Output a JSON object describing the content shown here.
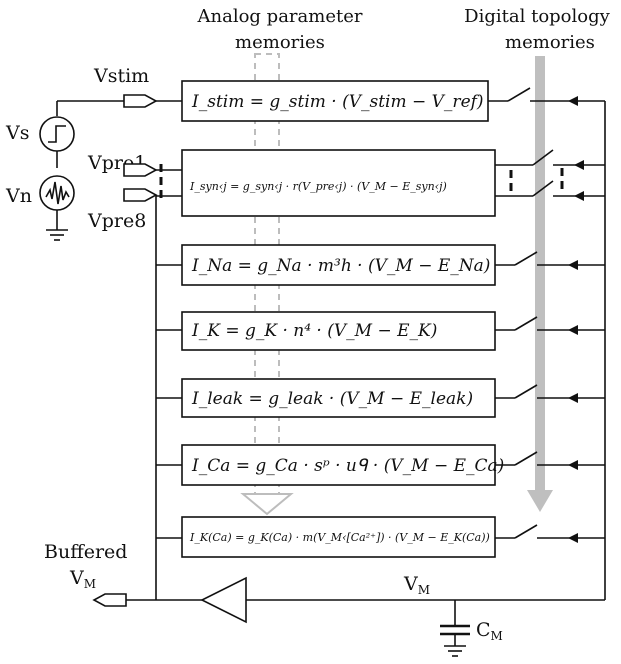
{
  "headers": {
    "analog": [
      "Analog parameter",
      "memories"
    ],
    "digital": [
      "Digital topology",
      "memories"
    ]
  },
  "inputs": {
    "vstim": "Vstim",
    "vpre1": "Vpre1",
    "vpre8": "Vpre8",
    "vs": "Vs",
    "vn": "Vn"
  },
  "equations": {
    "stim": "I_stim = g_stim · (V_stim − V_ref)",
    "syn": "I_syn‹j = g_syn‹j · r(V_pre‹j) · (V_M − E_syn‹j)",
    "na": "I_Na = g_Na · m³h · (V_M − E_Na)",
    "k": "I_K = g_K · n⁴ · (V_M − E_K)",
    "leak": "I_leak = g_leak · (V_M − E_leak)",
    "ca": "I_Ca = g_Ca · sᵖ · uᑫ · (V_M − E_Ca)",
    "kca": "I_K(Ca) = g_K(Ca) · m(V_M‹[Ca²⁺]) · (V_M − E_K(Ca))"
  },
  "outputs": {
    "buffered": "Buffered",
    "buffered_vm": "V",
    "buffered_vm_sub": "M",
    "vm": "V",
    "vm_sub": "M",
    "cm": "C",
    "cm_sub": "M"
  }
}
